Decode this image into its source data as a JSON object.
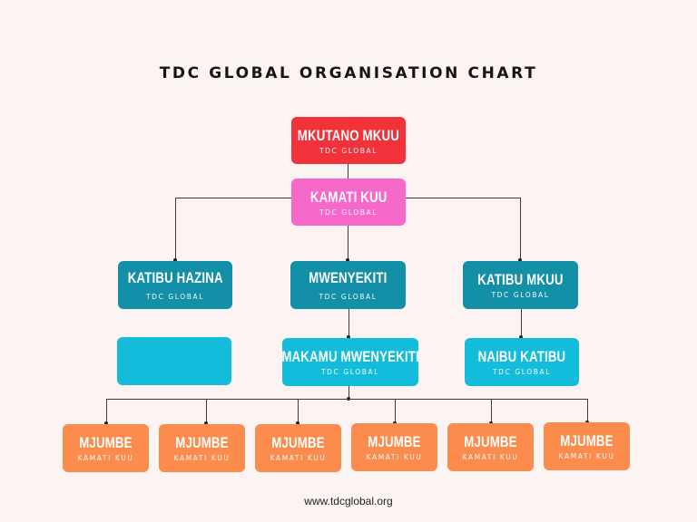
{
  "title": "TDC GLOBAL ORGANISATION CHART",
  "colors": {
    "background": "#fcf4f2",
    "mkutano": "#f1323a",
    "kamati": "#f668c9",
    "teal": "#138fa8",
    "cyan": "#14bcdc",
    "orange": "#fb8c4d"
  },
  "nodes": {
    "mkutano_mkuu": {
      "title": "MKUTANO MKUU",
      "subtitle": "TDC GLOBAL"
    },
    "kamati_kuu": {
      "title": "KAMATI KUU",
      "subtitle": "TDC GLOBAL"
    },
    "katibu_hazina": {
      "title": "KATIBU HAZINA",
      "subtitle": "TDC GLOBAL"
    },
    "mwenyekiti": {
      "title": "MWENYEKITI",
      "subtitle": "TDC GLOBAL"
    },
    "katibu_mkuu": {
      "title": "KATIBU MKUU",
      "subtitle": "TDC GLOBAL"
    },
    "empty_box": {
      "title": "",
      "subtitle": ""
    },
    "makamu_mwenyekiti": {
      "title": "MAKAMU MWENYEKITI",
      "subtitle": "TDC GLOBAL"
    },
    "naibu_katibu": {
      "title": "NAIBU KATIBU",
      "subtitle": "TDC GLOBAL"
    }
  },
  "members": [
    {
      "title": "MJUMBE",
      "subtitle": "KAMATI KUU"
    },
    {
      "title": "MJUMBE",
      "subtitle": "KAMATI KUU"
    },
    {
      "title": "MJUMBE",
      "subtitle": "KAMATI KUU"
    },
    {
      "title": "MJUMBE",
      "subtitle": "KAMATI KUU"
    },
    {
      "title": "MJUMBE",
      "subtitle": "KAMATI KUU"
    },
    {
      "title": "MJUMBE",
      "subtitle": "KAMATI KUU"
    }
  ],
  "footer": "www.tdcglobal.org"
}
